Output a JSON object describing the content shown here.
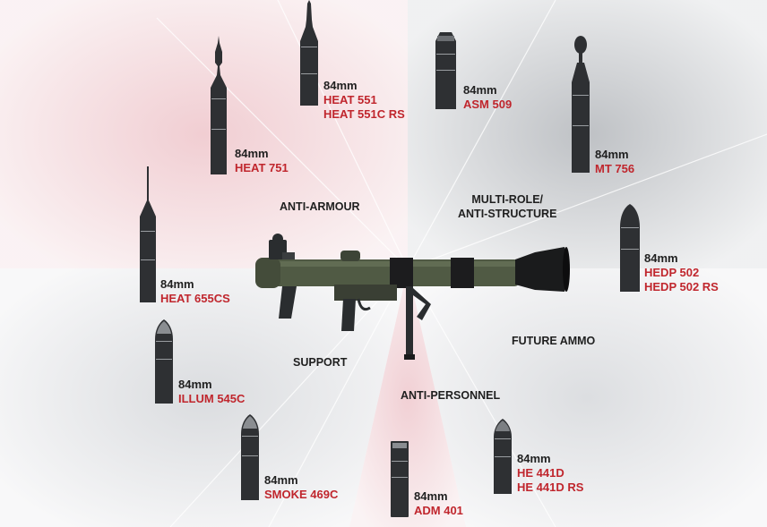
{
  "categories": {
    "anti_armour": "ANTI-ARMOUR",
    "multi_role": [
      "MULTI-ROLE/",
      "ANTI-STRUCTURE"
    ],
    "future_ammo": "FUTURE AMMO",
    "support": "SUPPORT",
    "anti_personnel": "ANTI-PERSONNEL"
  },
  "rounds": [
    {
      "caliber": "84mm",
      "names": [
        "HEAT 551",
        "HEAT 551C RS"
      ],
      "shape": "heat-long-tip",
      "group": "anti-armour"
    },
    {
      "caliber": "84mm",
      "names": [
        "HEAT 751"
      ],
      "shape": "heat-fin",
      "group": "anti-armour"
    },
    {
      "caliber": "84mm",
      "names": [
        "HEAT 655CS"
      ],
      "shape": "heat-probe",
      "group": "anti-armour"
    },
    {
      "caliber": "84mm",
      "names": [
        "ASM 509"
      ],
      "shape": "blunt",
      "group": "multi-role"
    },
    {
      "caliber": "84mm",
      "names": [
        "MT 756"
      ],
      "shape": "tandem",
      "group": "multi-role"
    },
    {
      "caliber": "84mm",
      "names": [
        "HEDP 502",
        "HEDP 502 RS"
      ],
      "shape": "ogive",
      "group": "multi-role"
    },
    {
      "caliber": "84mm",
      "names": [
        "ILLUM 545C"
      ],
      "shape": "ogive-short",
      "group": "support"
    },
    {
      "caliber": "84mm",
      "names": [
        "SMOKE 469C"
      ],
      "shape": "ogive-short",
      "group": "support"
    },
    {
      "caliber": "84mm",
      "names": [
        "ADM 401"
      ],
      "shape": "flat",
      "group": "anti-personnel"
    },
    {
      "caliber": "84mm",
      "names": [
        "HE 441D",
        "HE 441D RS"
      ],
      "shape": "ogive",
      "group": "anti-personnel"
    }
  ],
  "colors": {
    "text_dark": "#1f1f1f",
    "name_red": "#c0262d",
    "round_body": "#2e3033",
    "weapon_olive": "#505a44",
    "sector_pink": "#f3d9dc",
    "sector_gray": "#c9cbce"
  }
}
